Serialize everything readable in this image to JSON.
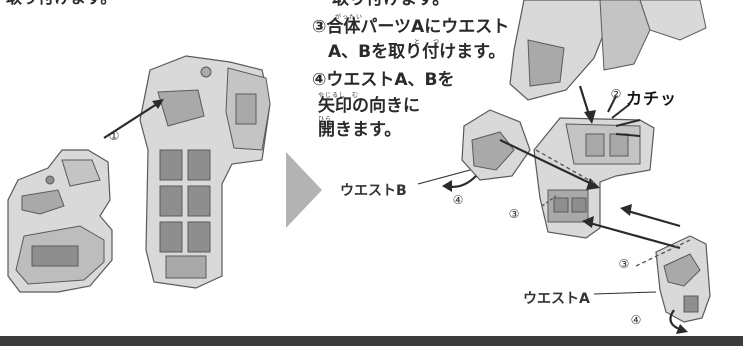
{
  "top_left_fragment": "取り付けます。",
  "top_right_fragment": "取り付けます。",
  "steps": {
    "step3_line1": "③合体パーツAにウエスト",
    "step3_line2": "A、Bを取り付けます。",
    "step4_line1": "④ウエストA、Bを",
    "step4_line2": "矢印の向きに",
    "step4_line3": "開きます。"
  },
  "furigana": {
    "gattai": "がったい",
    "to": "と",
    "tsu": "つ",
    "yajirushi": "やじるし",
    "mu": "む",
    "hira": "ひら"
  },
  "labels": {
    "waist_b": "ウエストB",
    "waist_a": "ウエストA",
    "click_sound": "カチッ"
  },
  "step_numbers": {
    "left_1": "①",
    "right_2": "②",
    "waist_b_4": "④",
    "center_3": "③",
    "lower_3": "③",
    "lower_4": "④"
  },
  "colors": {
    "part_fill": "#d9d9d9",
    "part_shade": "#a9a9a9",
    "part_dark": "#5a5a5a",
    "arrow": "#2b2b2b",
    "triangle": "#b3b3b3",
    "bottom_bar": "#3b3b3b"
  }
}
